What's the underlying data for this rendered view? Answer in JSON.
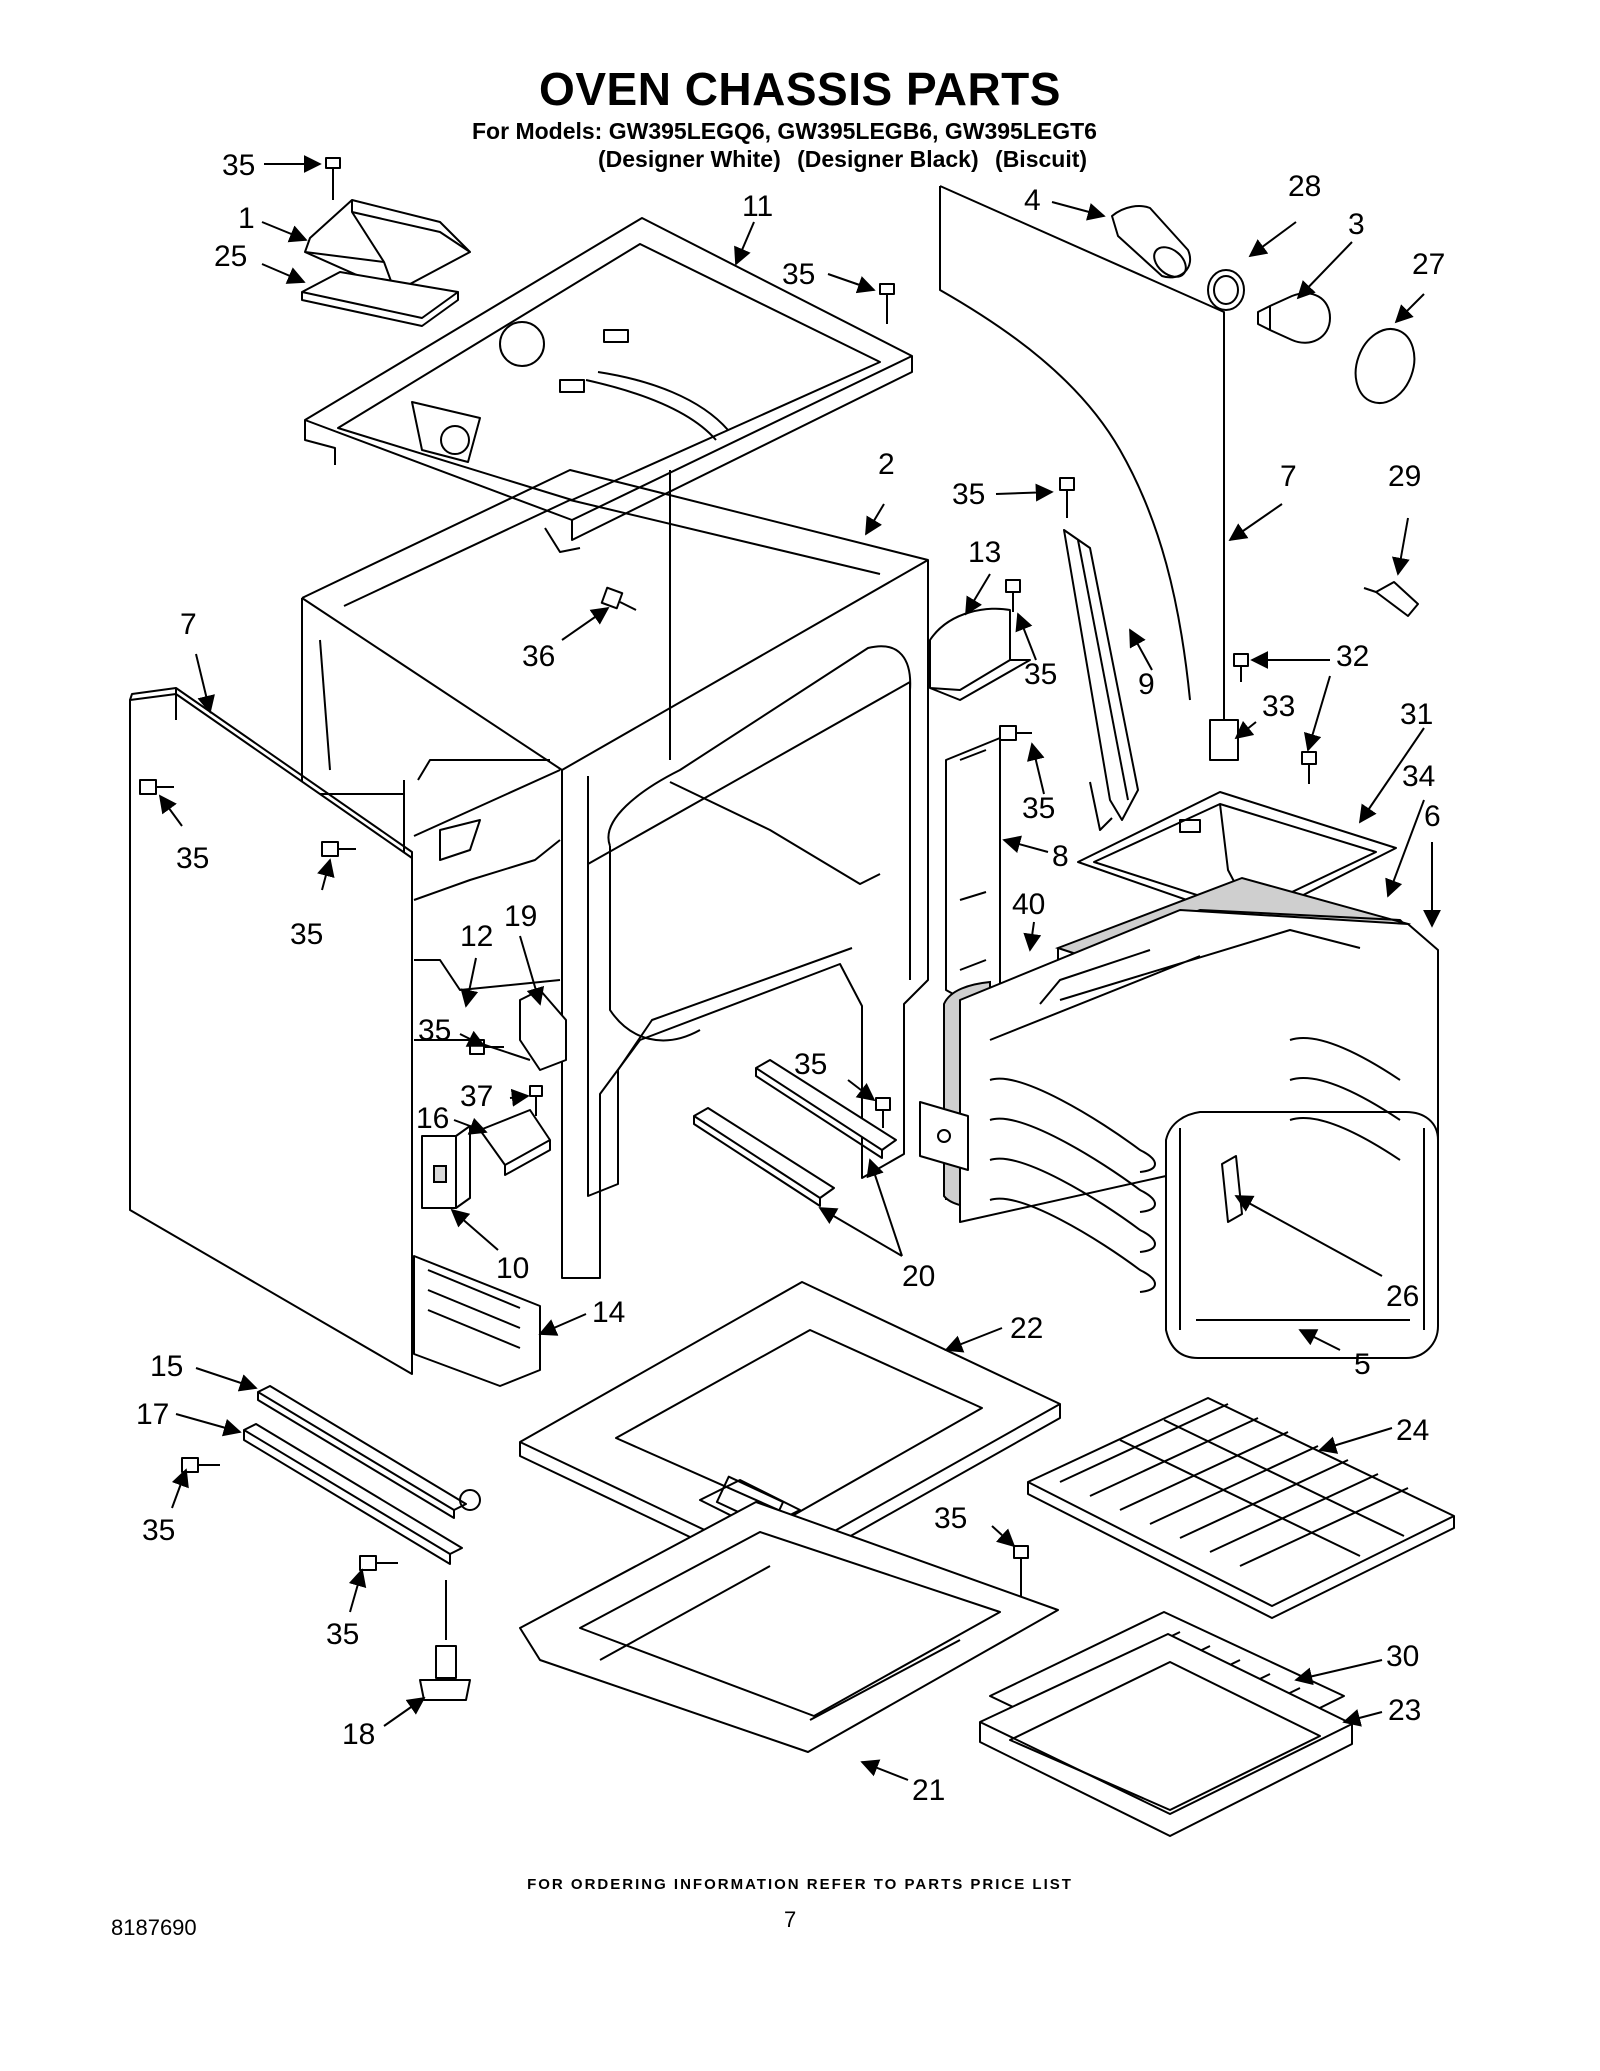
{
  "header": {
    "title": "OVEN CHASSIS PARTS",
    "models_line": "For Models: GW395LEGQ6, GW395LEGB6, GW395LEGT6",
    "variants": [
      "(Designer White)",
      "(Designer Black)",
      "(Biscuit)"
    ]
  },
  "callouts": [
    {
      "id": "c-35a",
      "label": "35"
    },
    {
      "id": "c-1",
      "label": "1"
    },
    {
      "id": "c-25",
      "label": "25"
    },
    {
      "id": "c-11",
      "label": "11"
    },
    {
      "id": "c-35b",
      "label": "35"
    },
    {
      "id": "c-4",
      "label": "4"
    },
    {
      "id": "c-28",
      "label": "28"
    },
    {
      "id": "c-3",
      "label": "3"
    },
    {
      "id": "c-27",
      "label": "27"
    },
    {
      "id": "c-2",
      "label": "2"
    },
    {
      "id": "c-35c",
      "label": "35"
    },
    {
      "id": "c-7a",
      "label": "7"
    },
    {
      "id": "c-29",
      "label": "29"
    },
    {
      "id": "c-13",
      "label": "13"
    },
    {
      "id": "c-35d",
      "label": "35"
    },
    {
      "id": "c-9",
      "label": "9"
    },
    {
      "id": "c-36",
      "label": "36"
    },
    {
      "id": "c-7b",
      "label": "7"
    },
    {
      "id": "c-32",
      "label": "32"
    },
    {
      "id": "c-33",
      "label": "33"
    },
    {
      "id": "c-31",
      "label": "31"
    },
    {
      "id": "c-34",
      "label": "34"
    },
    {
      "id": "c-6",
      "label": "6"
    },
    {
      "id": "c-35e",
      "label": "35"
    },
    {
      "id": "c-8",
      "label": "8"
    },
    {
      "id": "c-35f",
      "label": "35"
    },
    {
      "id": "c-35g",
      "label": "35"
    },
    {
      "id": "c-40",
      "label": "40"
    },
    {
      "id": "c-12",
      "label": "12"
    },
    {
      "id": "c-19",
      "label": "19"
    },
    {
      "id": "c-35h",
      "label": "35"
    },
    {
      "id": "c-37",
      "label": "37"
    },
    {
      "id": "c-16",
      "label": "16"
    },
    {
      "id": "c-35i",
      "label": "35"
    },
    {
      "id": "c-10",
      "label": "10"
    },
    {
      "id": "c-20",
      "label": "20"
    },
    {
      "id": "c-26",
      "label": "26"
    },
    {
      "id": "c-14",
      "label": "14"
    },
    {
      "id": "c-22",
      "label": "22"
    },
    {
      "id": "c-5",
      "label": "5"
    },
    {
      "id": "c-15",
      "label": "15"
    },
    {
      "id": "c-17",
      "label": "17"
    },
    {
      "id": "c-24",
      "label": "24"
    },
    {
      "id": "c-35j",
      "label": "35"
    },
    {
      "id": "c-35k",
      "label": "35"
    },
    {
      "id": "c-35l",
      "label": "35"
    },
    {
      "id": "c-30",
      "label": "30"
    },
    {
      "id": "c-23",
      "label": "23"
    },
    {
      "id": "c-18",
      "label": "18"
    },
    {
      "id": "c-21",
      "label": "21"
    }
  ],
  "footer": {
    "ordering_note": "FOR ORDERING INFORMATION REFER TO PARTS PRICE LIST",
    "document_number": "8187690",
    "page_number": "7"
  }
}
